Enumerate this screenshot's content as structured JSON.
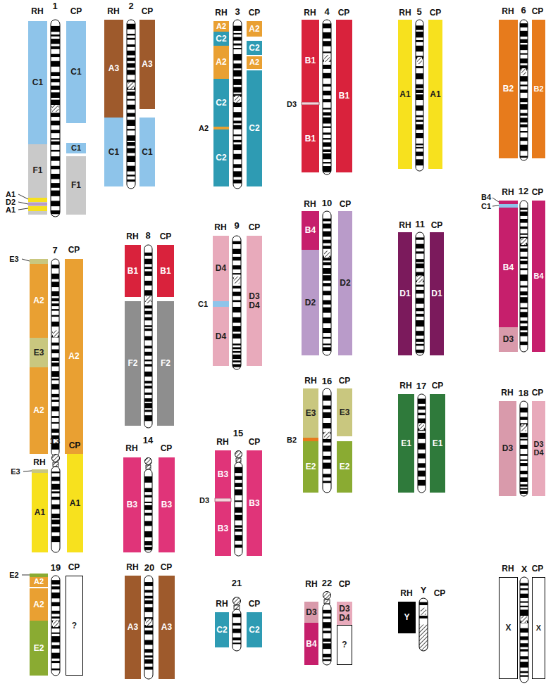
{
  "diagram": {
    "nodes": [
      {
        "text": [
          "C1"
        ]
      },
      {
        "text": [
          "F1"
        ]
      },
      {
        "text": [
          "C1"
        ]
      },
      {
        "text": [
          "C1"
        ]
      },
      {
        "text": [
          "F1"
        ]
      },
      {
        "text": [
          "A3"
        ]
      },
      {
        "text": [
          "C1"
        ]
      },
      {
        "text": [
          "A3"
        ]
      },
      {
        "text": [
          "C1"
        ]
      },
      {
        "text": [
          "A2"
        ]
      },
      {
        "text": [
          "C2"
        ]
      },
      {
        "text": [
          "A2"
        ]
      },
      {
        "text": [
          "C2"
        ]
      },
      {
        "text": [
          "C2"
        ]
      },
      {
        "text": [
          "A2"
        ]
      },
      {
        "text": [
          "C2"
        ]
      },
      {
        "text": [
          "A2"
        ]
      },
      {
        "text": [
          "C2"
        ]
      },
      {
        "text": [
          "B1"
        ]
      },
      {
        "text": [
          "B1"
        ]
      },
      {
        "text": [
          "B1"
        ]
      },
      {
        "text": [
          "A1"
        ]
      },
      {
        "text": [
          "A1"
        ]
      },
      {
        "text": [
          "B2"
        ]
      },
      {
        "text": [
          "B2"
        ]
      },
      {
        "text": [
          "A2"
        ]
      },
      {
        "text": [
          "E3"
        ]
      },
      {
        "text": [
          "A2"
        ]
      },
      {
        "text": [
          "A2"
        ]
      },
      {
        "text": [
          "B1"
        ]
      },
      {
        "text": [
          "F2"
        ]
      },
      {
        "text": [
          "B1"
        ]
      },
      {
        "text": [
          "F2"
        ]
      },
      {
        "text": [
          "D4"
        ]
      },
      {
        "text": [
          "D4"
        ]
      },
      {
        "text": [
          "D3 D4"
        ]
      },
      {
        "text": [
          "B4"
        ]
      },
      {
        "text": [
          "D2"
        ]
      },
      {
        "text": [
          "D2"
        ]
      },
      {
        "text": [
          "D1"
        ]
      },
      {
        "text": [
          "D1"
        ]
      },
      {
        "text": [
          "B4"
        ]
      },
      {
        "text": [
          "D3"
        ]
      },
      {
        "text": [
          "B4"
        ]
      },
      {
        "text": [
          "A1"
        ]
      },
      {
        "text": [
          "A1"
        ]
      },
      {
        "text": [
          "B3"
        ]
      },
      {
        "text": [
          "B3"
        ]
      },
      {
        "text": [
          "B3"
        ]
      },
      {
        "text": [
          "B3"
        ]
      },
      {
        "text": [
          "B3"
        ]
      },
      {
        "text": [
          "E3"
        ]
      },
      {
        "text": [
          "E2"
        ]
      },
      {
        "text": [
          "E3"
        ]
      },
      {
        "text": [
          "E2"
        ]
      },
      {
        "text": [
          "E1"
        ]
      },
      {
        "text": [
          "E1"
        ]
      },
      {
        "text": [
          "D3"
        ]
      },
      {
        "text": [
          "D3 D4"
        ]
      },
      {
        "text": [
          "A2"
        ]
      },
      {
        "text": [
          "A2"
        ]
      },
      {
        "text": [
          "E2"
        ]
      },
      {
        "text": [
          "?"
        ]
      },
      {
        "text": [
          "A3"
        ]
      },
      {
        "text": [
          "A3"
        ]
      },
      {
        "text": [
          "C2"
        ]
      },
      {
        "text": [
          "C2"
        ]
      },
      {
        "text": [
          "D3"
        ]
      },
      {
        "text": [
          "B4"
        ]
      },
      {
        "text": [
          "D3 D4"
        ]
      },
      {
        "text": [
          "?"
        ]
      },
      {
        "text": [
          "Y"
        ]
      },
      {
        "text": [
          "X"
        ]
      },
      {
        "text": [
          "X"
        ]
      }
    ],
    "labels": [
      "RH",
      "1",
      "CP",
      "A1",
      "D2",
      "A1",
      "RH",
      "2",
      "CP",
      "RH",
      "3",
      "CP",
      "A2",
      "RH",
      "4",
      "CP",
      "D3",
      "RH",
      "5",
      "CP",
      "RH",
      "6",
      "CP",
      "E3",
      "7",
      "CP",
      "RH",
      "8",
      "CP",
      "RH",
      "9",
      "CP",
      "C1",
      "RH",
      "10",
      "CP",
      "RH",
      "11",
      "CP",
      "B4",
      "C1",
      "RH",
      "12",
      "CP",
      "13",
      "RH",
      "CP",
      "E3",
      "RH",
      "14",
      "CP",
      "15",
      "RH",
      "CP",
      "D3",
      "RH",
      "16",
      "CP",
      "B2",
      "RH",
      "17",
      "CP",
      "RH",
      "18",
      "CP",
      "19",
      "CP",
      "E2",
      "RH",
      "20",
      "CP",
      "21",
      "RH",
      "CP",
      "RH",
      "22",
      "CP",
      "RH",
      "Y",
      "CP",
      "RH",
      "X",
      "CP"
    ]
  }
}
